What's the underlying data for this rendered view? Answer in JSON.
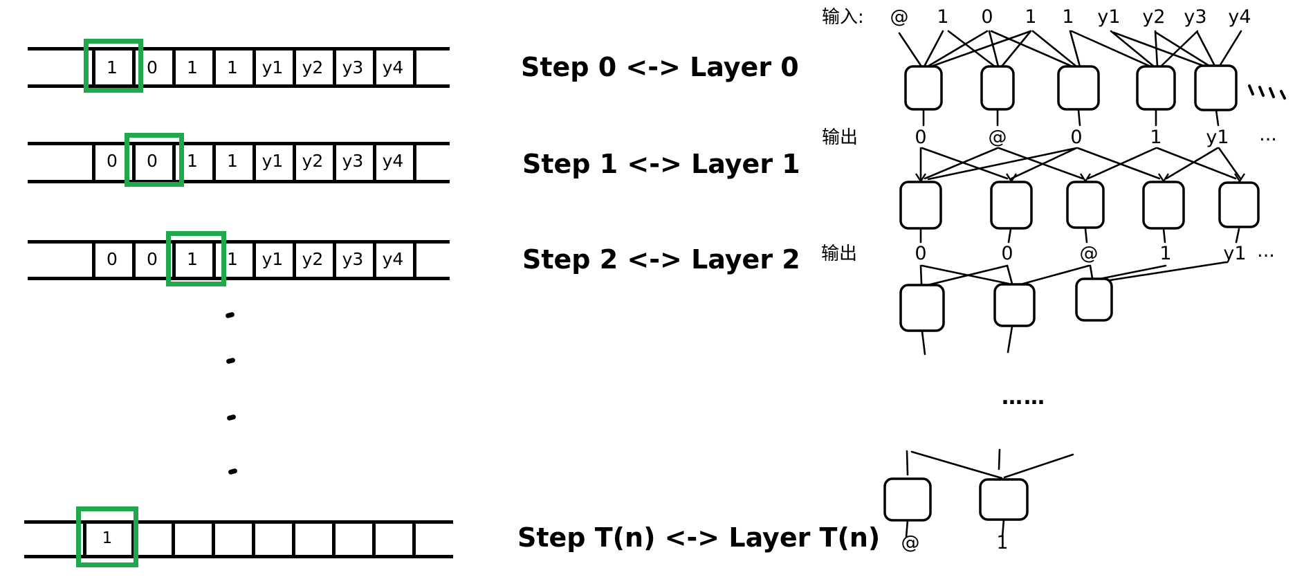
{
  "figure": {
    "left": {
      "tapes": [
        {
          "step_label": "Step 0 <-> Layer 0",
          "cells": [
            "1",
            "0",
            "1",
            "1",
            "y1",
            "y2",
            "y3",
            "y4",
            ""
          ]
        },
        {
          "step_label": "Step 1 <-> Layer 1",
          "cells": [
            "0",
            "0",
            "1",
            "1",
            "y1",
            "y2",
            "y3",
            "y4",
            ""
          ]
        },
        {
          "step_label": "Step 2 <-> Layer 2",
          "cells": [
            "0",
            "0",
            "1",
            "1",
            "y1",
            "y2",
            "y3",
            "y4",
            ""
          ]
        },
        {
          "step_label": "Step T(n) <-> Layer T(n)",
          "cells": [
            "1",
            "",
            "",
            "",
            "",
            "",
            "",
            "",
            ""
          ]
        }
      ]
    },
    "right": {
      "input_label": "输入:",
      "output_label": "输出",
      "input_tokens": [
        "@",
        "1",
        "0",
        "1",
        "1",
        "y1",
        "y2",
        "y3",
        "y4"
      ],
      "layer0_outputs": [
        "0",
        "@",
        "0",
        "1",
        "y1",
        "..."
      ],
      "layer1_outputs": [
        "0",
        "0",
        "@",
        "1",
        "y1",
        "..."
      ],
      "mid_ellipsis": "……",
      "final_outputs": [
        "@",
        "1"
      ]
    },
    "colors": {
      "head_highlight": "#22A84C",
      "ink": "#000000",
      "background": "#FFFFFF"
    }
  }
}
